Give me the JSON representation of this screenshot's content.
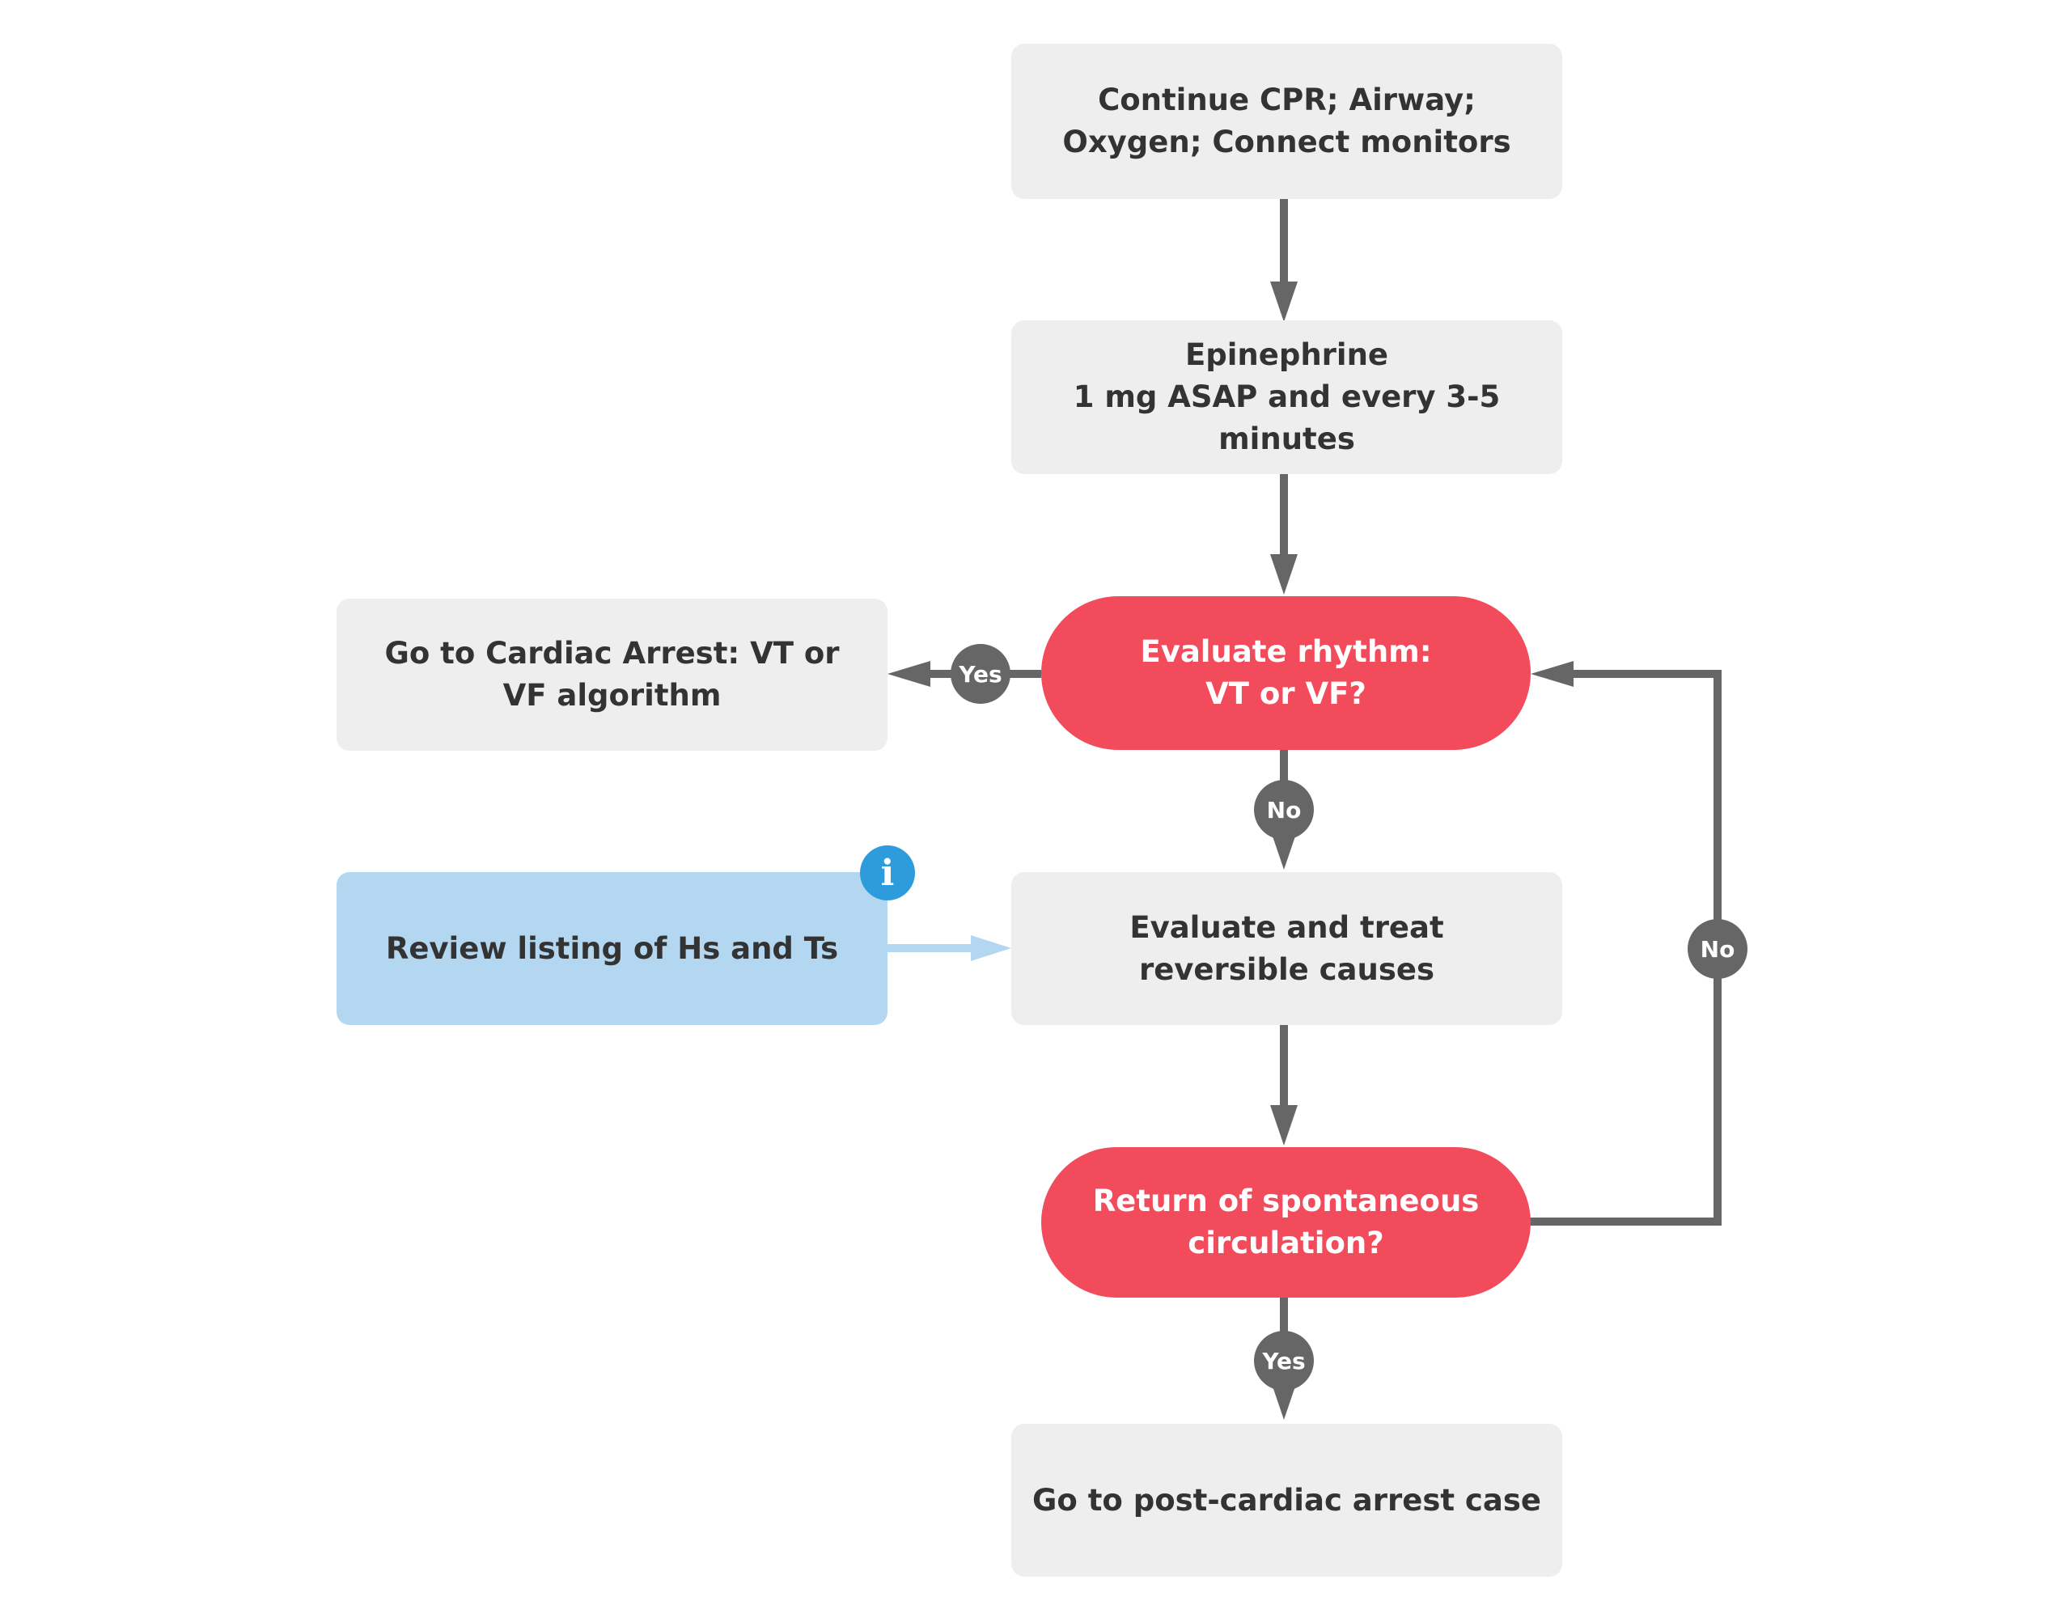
{
  "nodes": {
    "continue_cpr": "Continue CPR; Airway; Oxygen; Connect monitors",
    "epinephrine_title": "Epinephrine",
    "epinephrine_detail": "1 mg ASAP and every 3-5 minutes",
    "evaluate_rhythm_line1": "Evaluate rhythm:",
    "evaluate_rhythm_line2": "VT or VF?",
    "vt_vf_algorithm": "Go to Cardiac Arrest: VT or VF algorithm",
    "review_hs_ts": "Review listing of Hs and Ts",
    "evaluate_treat_causes": "Evaluate and treat reversible causes",
    "rosc_question": "Return of spontaneous circulation?",
    "post_cardiac_arrest": "Go to post-cardiac arrest case"
  },
  "edge_labels": {
    "rhythm_yes": "Yes",
    "rhythm_no": "No",
    "rosc_no": "No",
    "rosc_yes": "Yes"
  },
  "icons": {
    "info": "info-icon"
  },
  "colors": {
    "process_fill": "#eeeeee",
    "decision_fill": "#f24b5c",
    "resource_fill": "#b3d7f0",
    "connector": "#666666",
    "resource_connector": "#b3d7f0",
    "info_icon": "#2e9bdc",
    "text_dark": "#333333"
  }
}
